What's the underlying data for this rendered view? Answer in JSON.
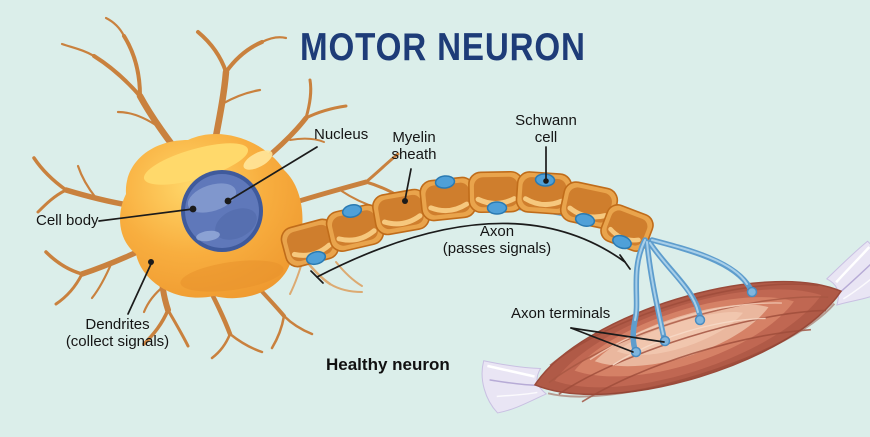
{
  "title": "MOTOR NEURON",
  "caption": "Healthy neuron",
  "labels": {
    "nucleus": "Nucleus",
    "myelin_sheath": "Myelin sheath",
    "schwann_cell": "Schwann cell",
    "cell_body": "Cell body",
    "axon": "Axon",
    "axon_note": "(passes signals)",
    "dendrites": "Dendrites",
    "dendrites_note": "(collect signals)",
    "axon_terminals": "Axon terminals"
  },
  "colors": {
    "background": "#dbeeea",
    "title_text": "#1e3c78",
    "label_text": "#151515",
    "dendrite": "#c9813e",
    "dendrite_light": "#dcaa72",
    "cell_body": "#f6a93b",
    "cell_body_highlight": "#ffd96b",
    "nucleus": "#5f78ba",
    "myelin_fill": "#cf7e2d",
    "myelin_rim": "#e9a44c",
    "axon_blue": "#5ea2d4",
    "terminal_blue": "#5e9dcd",
    "schwann_nucleus": "#4fa0d8",
    "muscle_dark": "#b05a47",
    "muscle_mid": "#d58166",
    "muscle_light": "#eab79e",
    "tendon": "#e9e5f4",
    "leader_line": "#1b1b1b"
  }
}
